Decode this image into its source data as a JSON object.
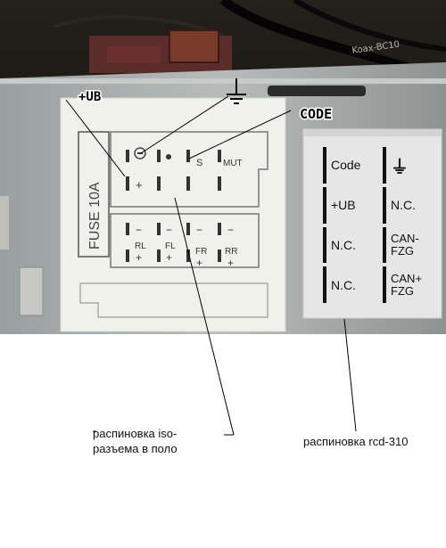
{
  "photo": {
    "top_label": "Koax-BC10",
    "fuse_label": "FUSE 10A",
    "pins_top_row": [
      "+",
      "S",
      "MUT"
    ],
    "pins_bottom_row": [
      "RL",
      "FL",
      "FR",
      "RR"
    ],
    "pin_plus_sign": "+",
    "pin_minus_sign": "−"
  },
  "annotations": {
    "ub": "+UB",
    "code": "CODE"
  },
  "inset": {
    "cells": [
      {
        "text": "Code"
      },
      {
        "text": "⏚"
      },
      {
        "text": "+UB"
      },
      {
        "text": "N.C."
      },
      {
        "text": "N.C."
      },
      {
        "text": "CAN-\nFZG"
      },
      {
        "text": "N.C."
      },
      {
        "text": "CAN+\nFZG"
      }
    ]
  },
  "captions": {
    "iso": "распиновка iso-\nразъема в поло",
    "rcd": "распиновка rcd-310"
  }
}
